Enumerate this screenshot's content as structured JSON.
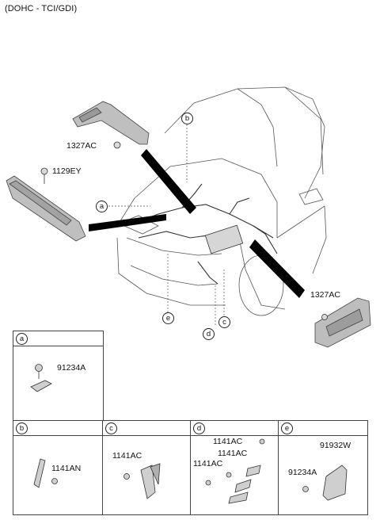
{
  "header": "(DOHC - TCI/GDI)",
  "callouts": {
    "a": "a",
    "b": "b",
    "c": "c",
    "d": "d",
    "e": "e"
  },
  "labels": {
    "top_bracket": "1327AC",
    "left_rail": "1129EY",
    "right_box": "1327AC"
  },
  "panels": {
    "a": {
      "letter": "a",
      "parts": [
        "91234A"
      ]
    },
    "b": {
      "letter": "b",
      "parts": [
        "1141AN"
      ]
    },
    "c": {
      "letter": "c",
      "parts": [
        "1141AC"
      ]
    },
    "d": {
      "letter": "d",
      "parts": [
        "1141AC",
        "1141AC",
        "1141AC"
      ]
    },
    "e": {
      "letter": "e",
      "parts": [
        "91932W",
        "91234A"
      ]
    }
  }
}
